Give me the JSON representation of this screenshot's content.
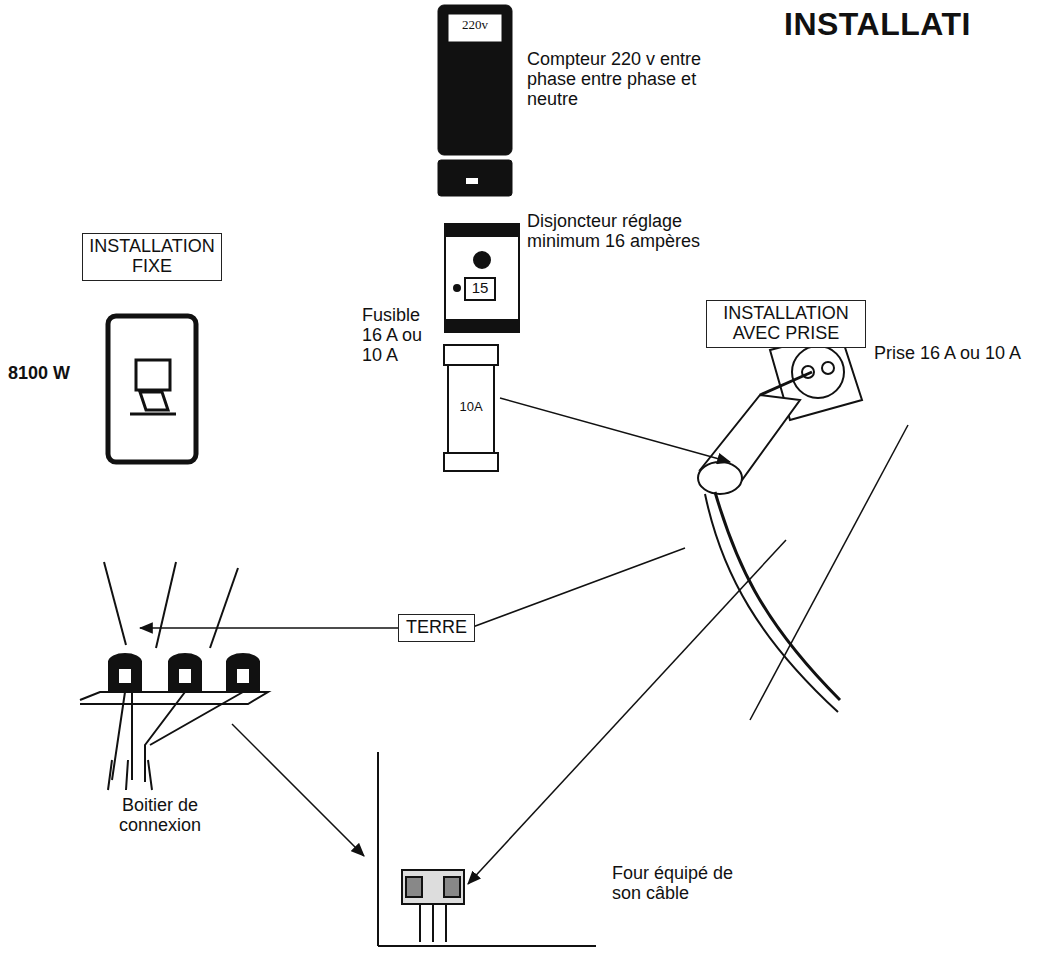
{
  "diagram": {
    "title": "INSTALLATI",
    "nodes": [
      {
        "text": [
          "INSTALLATION FIXE"
        ]
      },
      {
        "text": [
          "INSTALLATION AVEC PRISE"
        ]
      },
      {
        "text": [
          "TERRE"
        ]
      }
    ],
    "labels": [
      "220v",
      "Compteur 220 v entre  phase entre phase et neutre",
      "Disjoncteur réglage minimum 16 ampères",
      "15",
      "Fusible 16 A ou 10 A",
      "10A",
      "8100 W",
      "Prise 16 A ou 10 A",
      "Boitier de connexion",
      "Four équipé de son câble"
    ]
  }
}
